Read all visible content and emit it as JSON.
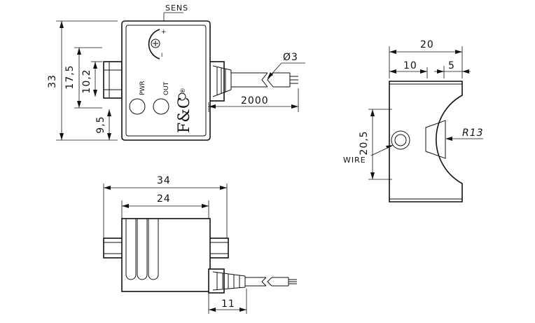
{
  "labels": {
    "sens": "SENS",
    "plus": "+",
    "minus": "−",
    "pwr": "PWR",
    "out": "OUT",
    "brand": "F&C",
    "registered": "®",
    "wire": "WIRE"
  },
  "dimensions": {
    "height_total": "33",
    "height_upper": "17,5",
    "height_mid": "10,2",
    "height_lower": "9,5",
    "cable_diameter": "Ø3",
    "cable_length": "2000",
    "side_width": "20",
    "side_half": "10",
    "side_offset": "5",
    "side_height": "20,5",
    "radius": "R13",
    "bottom_width": "34",
    "bottom_inner": "24",
    "bottom_cable": "11"
  }
}
